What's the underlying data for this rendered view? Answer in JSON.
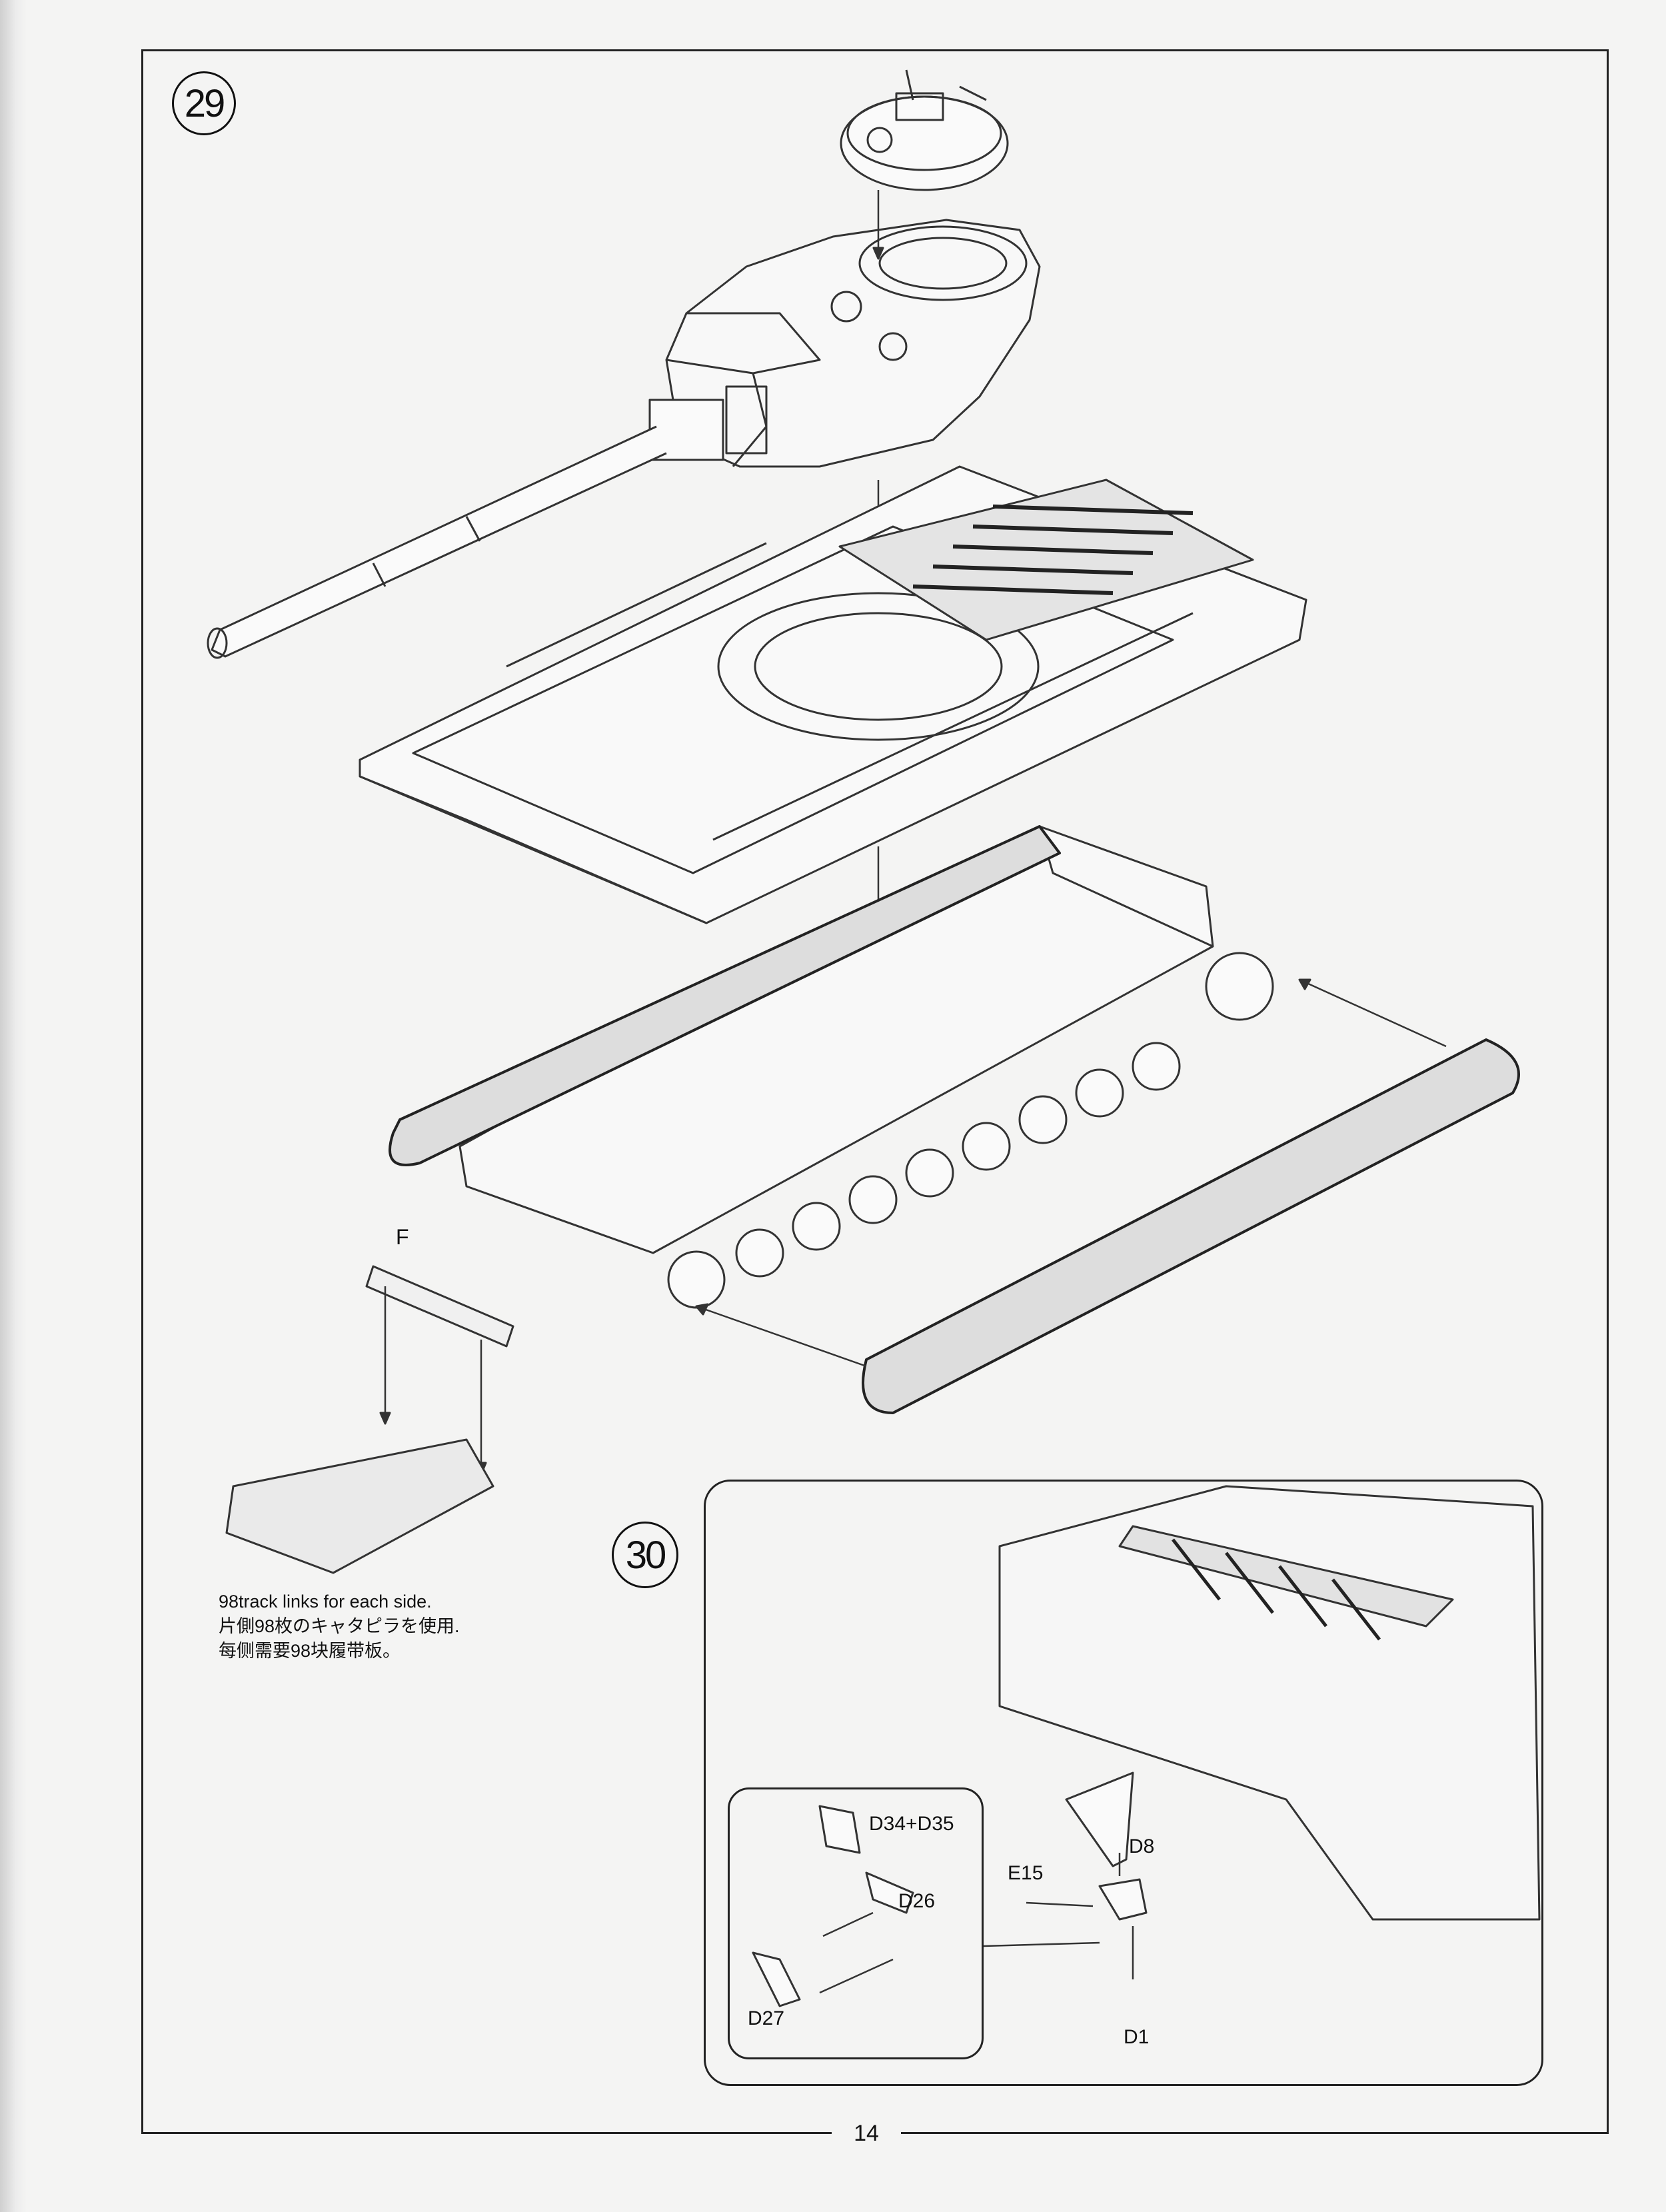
{
  "steps": {
    "step_29": "29",
    "step_30": "30"
  },
  "track_note": {
    "part_label": "F",
    "line_en": "98track links for each side.",
    "line_ja": "片側98枚のキャタピラを使用.",
    "line_zh": "每侧需要98块履带板。"
  },
  "step30_parts": {
    "d34_d35": "D34+D35",
    "d26": "D26",
    "d27": "D27",
    "e15": "E15",
    "d8": "D8",
    "d1": "D1"
  },
  "page_number": "14"
}
